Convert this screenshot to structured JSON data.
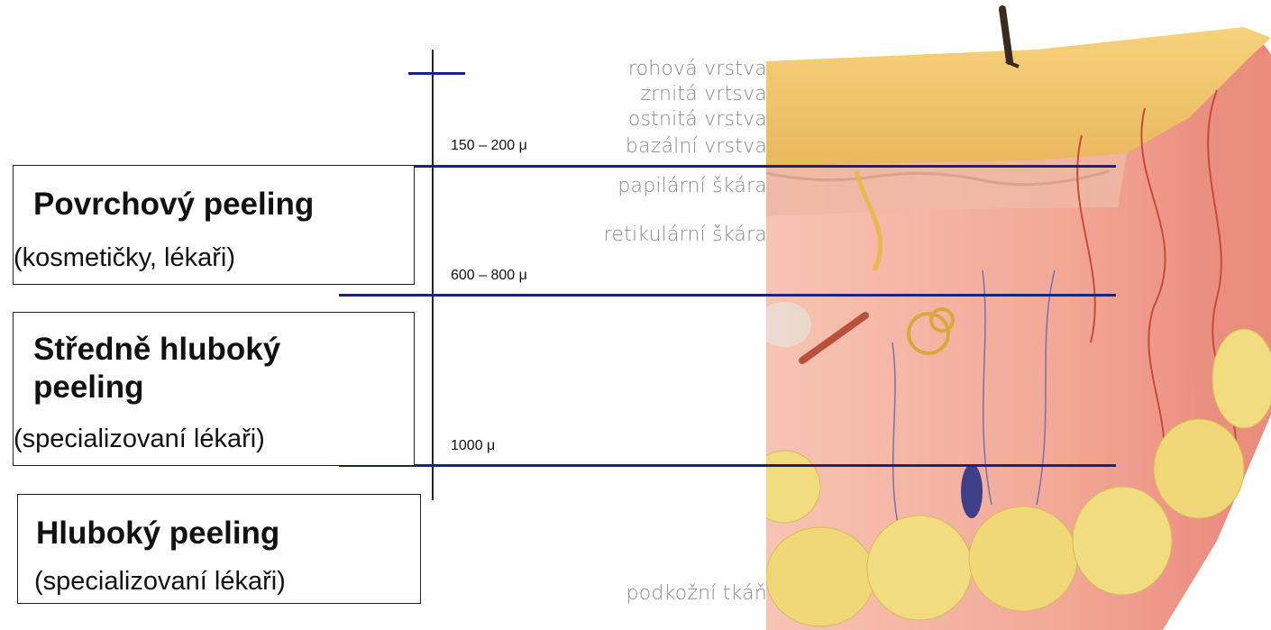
{
  "layers": {
    "rohova": "rohová vrstva",
    "zrnita": "zrnitá vrtsva",
    "ostnita": "ostnitá vrstva",
    "bazalni": "bazální vrstva",
    "papilarni": "papilární škára",
    "retikularni": "retikulární škára",
    "podkozni": "podkožní tkáň"
  },
  "depths": {
    "d1": "150 – 200  μ",
    "d2": "600 – 800  μ",
    "d3": "1000 μ"
  },
  "peelings": [
    {
      "title": "Povrchový peeling",
      "subtitle": "(kosmetičky, lékaři)"
    },
    {
      "title": "Středně hluboký peeling",
      "subtitle": "(specializovaní lékaři)"
    },
    {
      "title": "Hluboký peeling",
      "subtitle": "(specializovaní lékaři)"
    }
  ],
  "colors": {
    "depth_line": "#1a237e",
    "epidermis": "#f2c46a",
    "dermis": "#f2a898",
    "subcutis": "#f0d878"
  }
}
